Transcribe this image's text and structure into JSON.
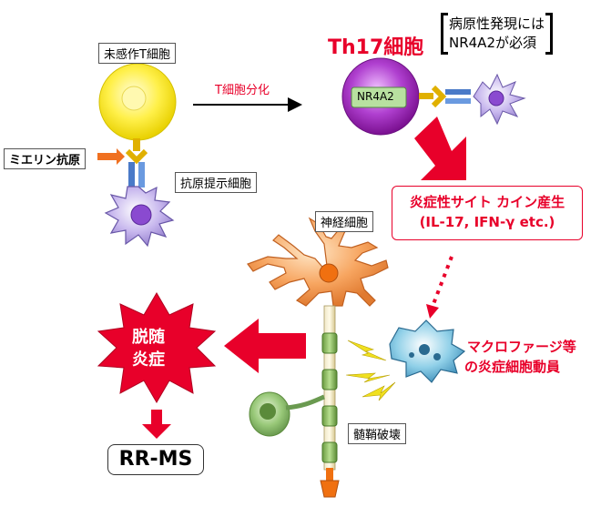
{
  "labels": {
    "naive_t_cell": "未感作T細胞",
    "t_cell_differentiation": "T細胞分化",
    "myelin_antigen": "ミエリン抗原",
    "antigen_presenting_cell": "抗原提示細胞",
    "th17_cell": "Th17細胞",
    "condition_line1": "病原性発現には",
    "condition_line2": "NR4A2が必須",
    "nr4a2": "NR4A2",
    "cytokine_line1": "炎症性サイト カイン産生",
    "cytokine_line2": "(IL-17, IFN-γ etc.)",
    "neuron": "神経細胞",
    "macrophage_line1": "マクロファージ等",
    "macrophage_line2": "の炎症細胞動員",
    "demyelination_line1": "脱随",
    "demyelination_line2": "炎症",
    "myelin_destruction": "髄鞘破壊",
    "rr_ms": "RR-MS"
  },
  "colors": {
    "accent_red": "#e8002a",
    "naive_t_cell": "#f5e800",
    "th17_cell": "#a020c0",
    "antigen_presenting_cell": "#b8a8e0",
    "neuron": "#f4a060",
    "myelin_sheath": "#90c070",
    "macrophage": "#80c8e0",
    "receptor_blue": "#5a8ad0",
    "receptor_yellow": "#e0b000"
  }
}
